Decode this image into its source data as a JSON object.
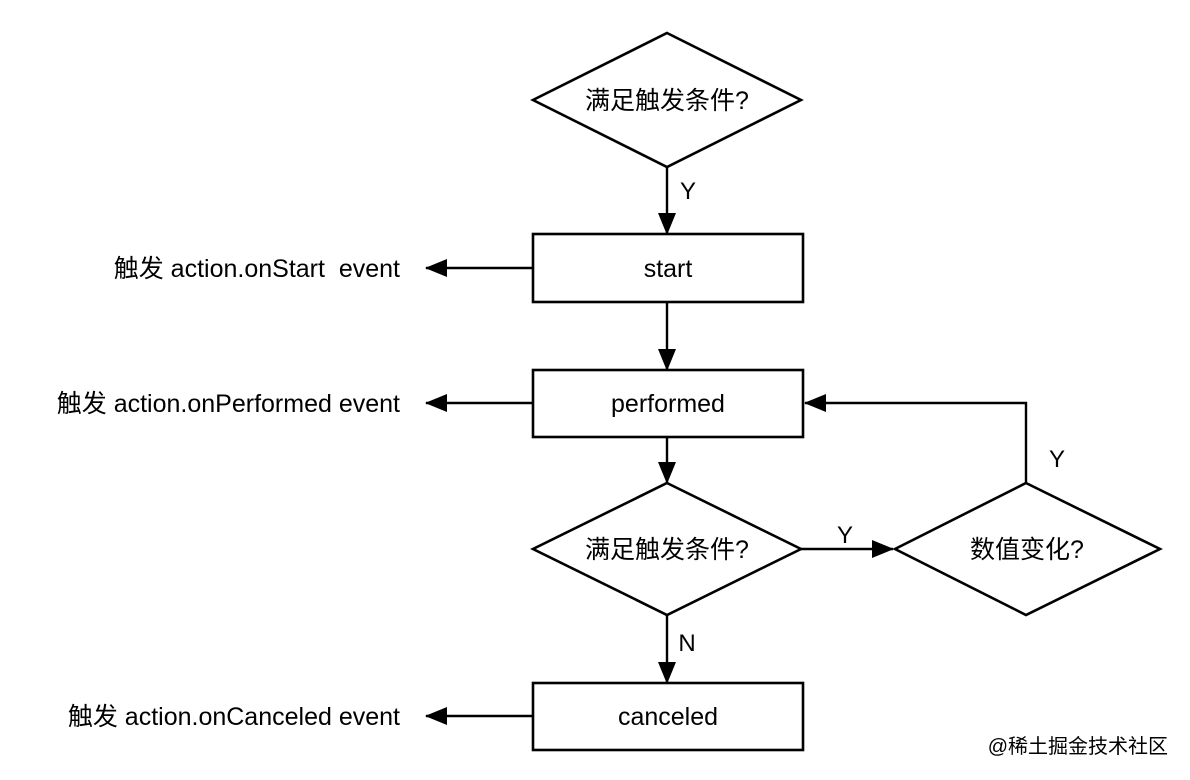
{
  "flowchart": {
    "background": "#ffffff",
    "stroke_color": "#000000",
    "decisions": {
      "top_condition": {
        "label": "满足触发条件?"
      },
      "mid_condition": {
        "label": "满足触发条件?"
      },
      "value_change": {
        "label": "数值变化?"
      }
    },
    "states": {
      "start": {
        "label": "start"
      },
      "performed": {
        "label": "performed"
      },
      "canceled": {
        "label": "canceled"
      }
    },
    "events": {
      "on_start": {
        "label": "触发 action.onStart  event"
      },
      "on_performed": {
        "label": "触发 action.onPerformed event"
      },
      "on_canceled": {
        "label": "触发 action.onCanceled event"
      }
    },
    "branch_labels": {
      "top_condition_yes": "Y",
      "mid_condition_yes": "Y",
      "mid_condition_no": "N",
      "value_change_yes": "Y"
    },
    "watermark": {
      "text": "@稀土掘金技术社区",
      "color": "#c9c9c9"
    }
  }
}
